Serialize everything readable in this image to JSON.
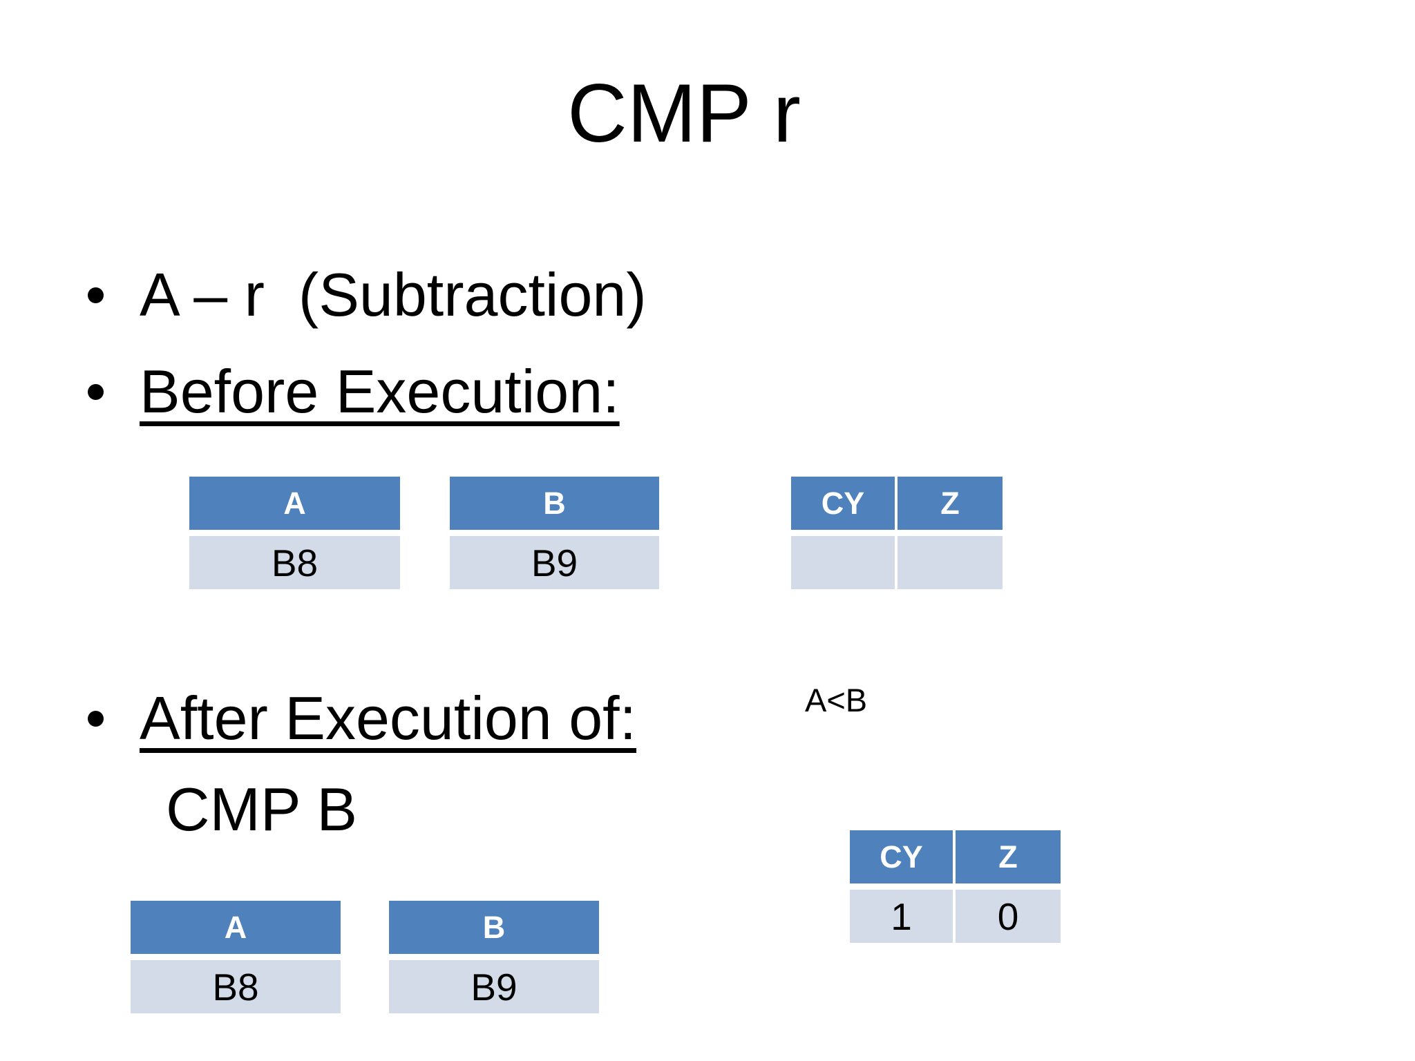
{
  "slide": {
    "title": "CMP r",
    "bullets": {
      "operation": "A – r  (Subtraction)",
      "before_heading": "Before Execution:",
      "after_heading": "After Execution of:"
    },
    "instruction": "CMP B",
    "condition_note": "A<B",
    "colors": {
      "table_header_bg": "#4F81BD",
      "table_row_bg": "#D3DAE8",
      "header_text": "#FFFFFF",
      "body_text": "#000000"
    },
    "before": {
      "reg_a": {
        "header": "A",
        "value": "B8"
      },
      "reg_b": {
        "header": "B",
        "value": "B9"
      },
      "flags": {
        "cy_header": "CY",
        "z_header": "Z",
        "cy_value": "",
        "z_value": ""
      }
    },
    "after": {
      "reg_a": {
        "header": "A",
        "value": "B8"
      },
      "reg_b": {
        "header": "B",
        "value": "B9"
      },
      "flags": {
        "cy_header": "CY",
        "z_header": "Z",
        "cy_value": "1",
        "z_value": "0"
      }
    }
  }
}
